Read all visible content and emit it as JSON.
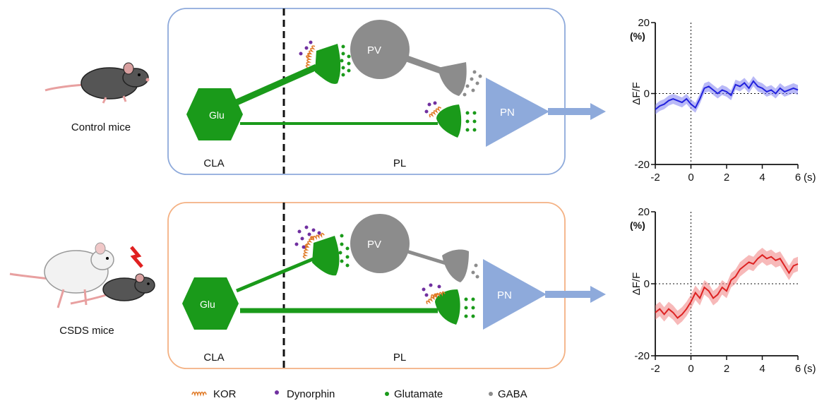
{
  "mice": {
    "control_label": "Control mice",
    "csds_label": "CSDS mice"
  },
  "panels": {
    "control": {
      "region_left": "CLA",
      "region_right": "PL",
      "glu_label": "Glu",
      "pv_label": "PV",
      "pn_label": "PN",
      "frame_color": "#8eaadb"
    },
    "csds": {
      "region_left": "CLA",
      "region_right": "PL",
      "glu_label": "Glu",
      "pv_label": "PV",
      "pn_label": "PN",
      "frame_color": "#f4b183"
    }
  },
  "legend": {
    "kor": "KOR",
    "dynorphin": "Dynorphin",
    "glutamate": "Glutamate",
    "gaba": "GABA"
  },
  "colors": {
    "glutamate_green": "#1a9a1a",
    "pv_gray": "#8c8c8c",
    "pn_blue": "#8eaadb",
    "kor_orange": "#e07b28",
    "dynorphin_purple": "#7030a0",
    "control_trace": "#2222dd",
    "csds_trace": "#dd2222"
  },
  "chart_data": [
    {
      "type": "line",
      "series_name": "Control mice",
      "ylabel": "ΔF/F",
      "yunit": "(%)",
      "xunit": "(s)",
      "xlim": [
        -2,
        6
      ],
      "ylim": [
        -20,
        20
      ],
      "xticks": [
        "-2",
        "0",
        "2",
        "4",
        "6"
      ],
      "yticks": [
        "20",
        "0",
        "-20"
      ],
      "x": [
        -2,
        -1.75,
        -1.5,
        -1.25,
        -1,
        -0.75,
        -0.5,
        -0.25,
        0,
        0.25,
        0.5,
        0.75,
        1,
        1.25,
        1.5,
        1.75,
        2,
        2.25,
        2.5,
        2.75,
        3,
        3.25,
        3.5,
        3.75,
        4,
        4.25,
        4.5,
        4.75,
        5,
        5.25,
        5.5,
        5.75,
        6
      ],
      "y": [
        -4.5,
        -3.5,
        -3,
        -2,
        -1.5,
        -2,
        -2.5,
        -1.5,
        -3,
        -4,
        -1.5,
        1.5,
        2,
        1,
        0,
        1,
        0.5,
        -0.5,
        2.5,
        2,
        3,
        1.5,
        3.5,
        2,
        1.5,
        0.5,
        1,
        0,
        1.5,
        0.5,
        1,
        1.5,
        1
      ],
      "err": 1.4
    },
    {
      "type": "line",
      "series_name": "CSDS mice",
      "ylabel": "ΔF/F",
      "yunit": "(%)",
      "xunit": "(s)",
      "xlim": [
        -2,
        6
      ],
      "ylim": [
        -20,
        20
      ],
      "xticks": [
        "-2",
        "0",
        "2",
        "4",
        "6"
      ],
      "yticks": [
        "20",
        "0",
        "-20"
      ],
      "x": [
        -2,
        -1.75,
        -1.5,
        -1.25,
        -1,
        -0.75,
        -0.5,
        -0.25,
        0,
        0.25,
        0.5,
        0.75,
        1,
        1.25,
        1.5,
        1.75,
        2,
        2.25,
        2.5,
        2.75,
        3,
        3.25,
        3.5,
        3.75,
        4,
        4.25,
        4.5,
        4.75,
        5,
        5.25,
        5.5,
        5.75,
        6
      ],
      "y": [
        -8,
        -7,
        -8.5,
        -7,
        -8,
        -9.5,
        -8.5,
        -7,
        -5,
        -2.5,
        -4,
        -1,
        -2,
        -4,
        -3,
        -1,
        -2,
        1,
        2,
        4,
        5,
        6,
        5.5,
        7,
        8,
        7,
        7.5,
        6.5,
        7,
        5,
        3,
        5,
        5.5
      ],
      "err": 2.0
    }
  ]
}
